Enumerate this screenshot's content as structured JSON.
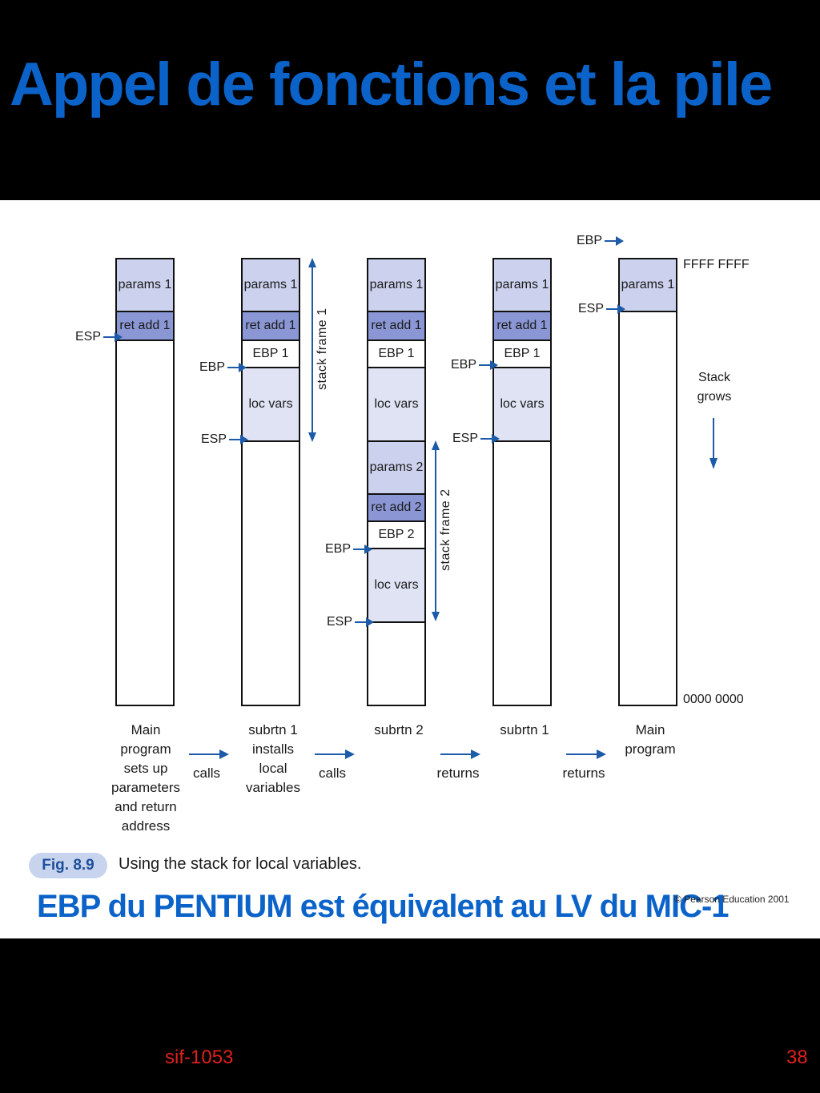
{
  "title": "Appel de fonctions et la pile",
  "figure": {
    "cells": {
      "params1": "params 1",
      "retadd1": "ret add 1",
      "ebp1": "EBP 1",
      "locvars": "loc vars",
      "params2": "params 2",
      "retadd2": "ret add 2",
      "ebp2": "EBP 2"
    },
    "registers": {
      "esp": "ESP",
      "ebp": "EBP"
    },
    "stack_frame_1": "stack frame 1",
    "stack_frame_2": "stack frame 2",
    "addr_top": "FFFF FFFF",
    "addr_bottom": "0000 0000",
    "stack_grows": "Stack\ngrows",
    "captions": [
      "Main\nprogram\nsets up\nparameters\nand return\naddress",
      "subrtn 1\ninstalls\nlocal\nvariables",
      "subrtn 2",
      "subrtn 1",
      "Main\nprogram"
    ],
    "steps": [
      "calls",
      "calls",
      "returns",
      "returns"
    ],
    "fig_number": "Fig. 8.9",
    "fig_caption": "Using the stack for local variables.",
    "copyright": "© Pearson Education 2001"
  },
  "subtitle": "EBP du PENTIUM est équivalent au LV du MIC-1",
  "footer": {
    "course": "sif-1053",
    "page": "38"
  }
}
